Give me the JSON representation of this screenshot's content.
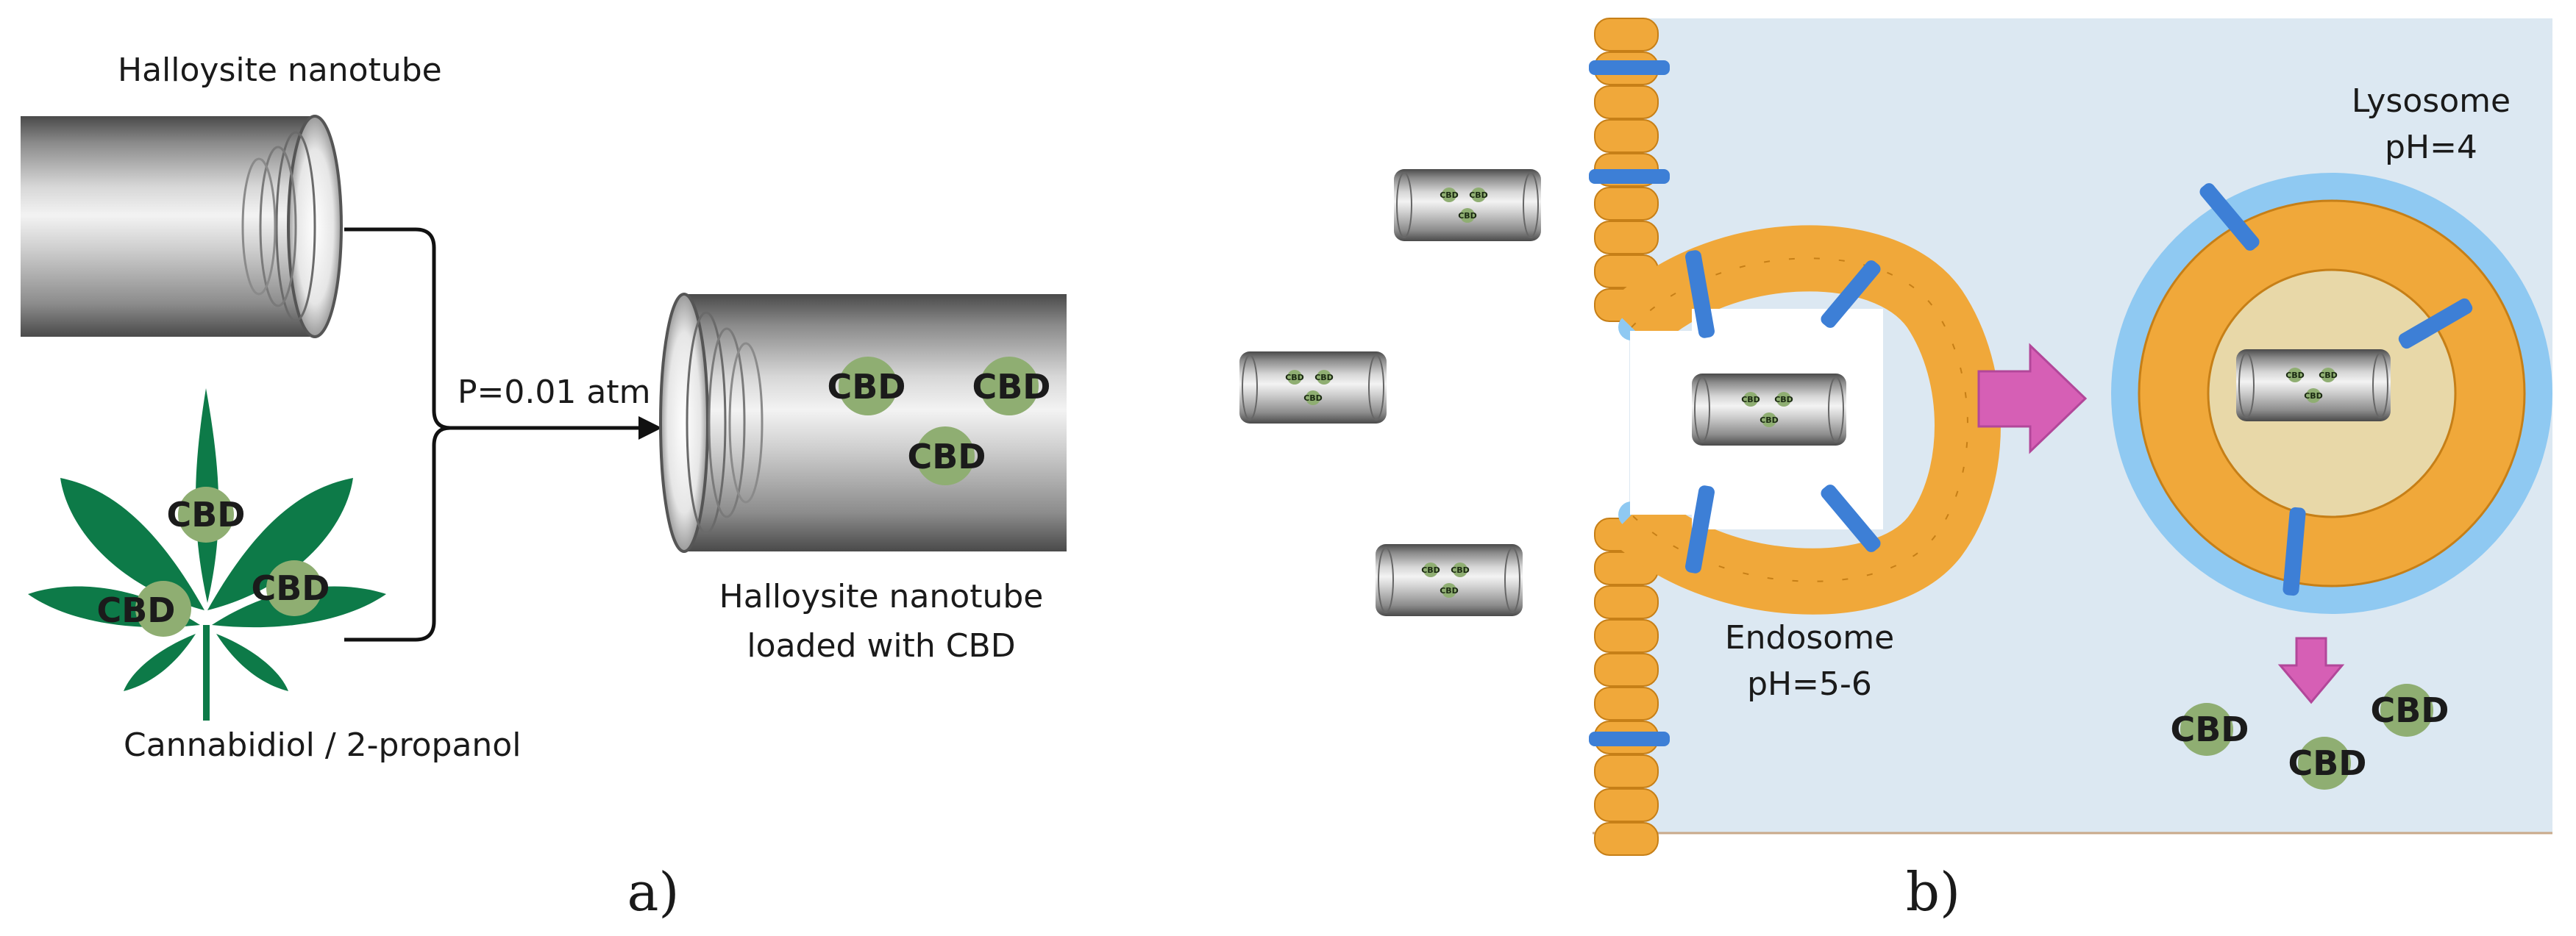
{
  "panel_a": {
    "caption": "a)",
    "nanotube_label": "Halloysite nanotube",
    "source_label": "Cannabidiol / 2-propanol",
    "pressure_label": "P=0.01 atm",
    "loaded_label_line1": "Halloysite nanotube",
    "loaded_label_line2": "loaded with CBD",
    "leaf_cbd": [
      "CBD",
      "CBD",
      "CBD"
    ],
    "tube_cbd": [
      "CBD",
      "CBD",
      "CBD"
    ]
  },
  "panel_b": {
    "caption": "b)",
    "endosome_line1": "Endosome",
    "endosome_line2": "pH=5-6",
    "lysosome_line1": "Lysosome",
    "lysosome_line2": "pH=4",
    "released_cbd": [
      "CBD",
      "CBD",
      "CBD"
    ],
    "mini_tube_cbd": [
      "CBD",
      "CBD",
      "CBD"
    ]
  },
  "colors": {
    "cell_interior": "#dce8f2",
    "membrane_orange": "#f0a83a",
    "membrane_outline": "#c67f17",
    "vesicle_blue": "#8fc9f2",
    "channel_blue": "#3d7fd6",
    "arrow_pink": "#d65fb5",
    "leaf_green": "#0d7a48",
    "cbd_circle": "#8fae72",
    "lysosome_lumen": "#e8d8a8"
  }
}
